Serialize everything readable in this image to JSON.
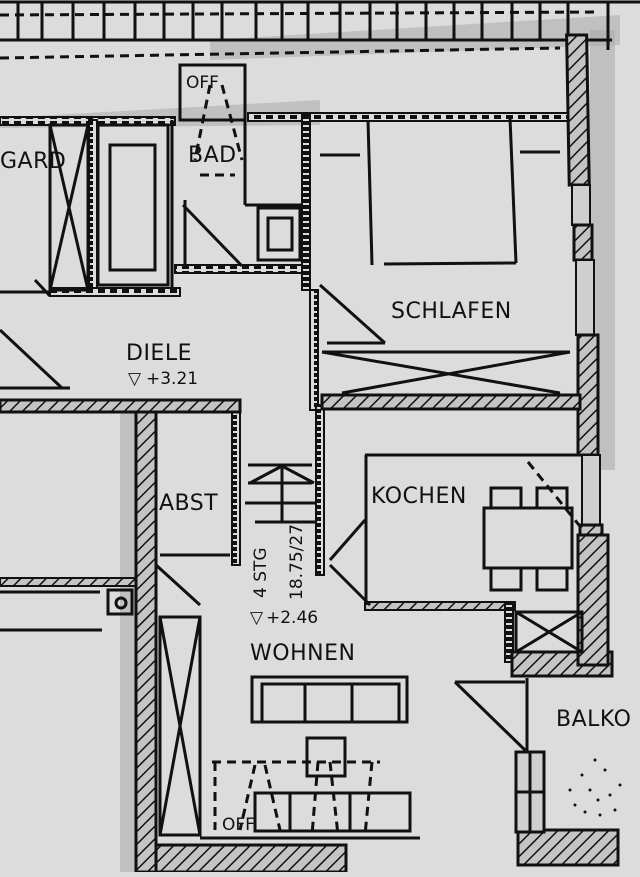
{
  "plan": {
    "type": "apartment floor plan (hand-drawn, black and white)",
    "colors": {
      "paper": "#dcdcdc",
      "ink": "#111111",
      "wall_fill": "#c9c9c9",
      "shadow": "#a9a9a9"
    },
    "rooms": [
      {
        "id": "garderobe",
        "label": "GARD"
      },
      {
        "id": "bad",
        "label": "BAD"
      },
      {
        "id": "bad-off",
        "label": "OFF"
      },
      {
        "id": "schlafen",
        "label": "SCHLAFEN"
      },
      {
        "id": "diele",
        "label": "DIELE",
        "level": "+3.21"
      },
      {
        "id": "abst",
        "label": "ABST"
      },
      {
        "id": "kochen",
        "label": "KOCHEN"
      },
      {
        "id": "wohnen",
        "label": "WOHNEN",
        "level": "+2.46"
      },
      {
        "id": "balkon",
        "label": "BALKO"
      },
      {
        "id": "wohnen-off",
        "label": "OFF"
      }
    ],
    "stairs": {
      "steps": "4 STG",
      "dimension": "18.75/27"
    },
    "level_symbol": "▽"
  }
}
